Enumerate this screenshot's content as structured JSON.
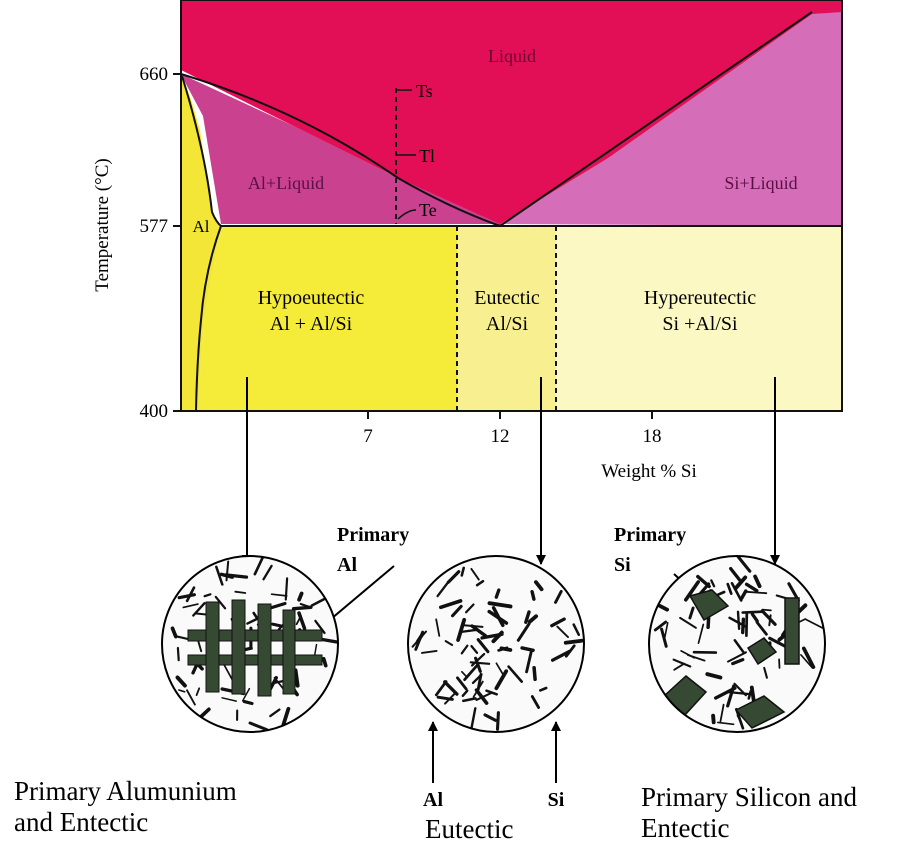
{
  "colors": {
    "liquid": "#e20f57",
    "two_phase": "#c9418f",
    "si_liquid": "#d66db8",
    "al_solid": "#f3e637",
    "hypo": "#f5ec3a",
    "eutectic_zone": "#f8f090",
    "hyper": "#fbf8c4",
    "eutectic_particles": "#111111",
    "primary_particles": "#364a33"
  },
  "axes": {
    "ylabel": "Temperature (°C)",
    "xlabel": "Weight % Si",
    "y_ticks": [
      "660",
      "577",
      "400"
    ],
    "x_ticks": [
      "7",
      "12",
      "18"
    ]
  },
  "phase_labels": {
    "liquid": "Liquid",
    "al_liquid": "Al+Liquid",
    "si_liquid": "Si+Liquid",
    "al": "Al"
  },
  "region_labels": {
    "hypo": [
      "Hypoeutectic",
      "Al + Al/Si"
    ],
    "eutectic": [
      "Eutectic",
      "Al/Si"
    ],
    "hyper": [
      "Hypereutectic",
      "Si +Al/Si"
    ]
  },
  "temperature_marks": {
    "ts": "Ts",
    "tl": "Tl",
    "te": "Te"
  },
  "micro_labels": {
    "primary_al": [
      "Primary",
      "Al"
    ],
    "primary_si": [
      "Primary",
      "Si"
    ],
    "al": "Al",
    "si": "Si"
  },
  "captions": {
    "left": [
      "Primary Alumunium",
      "and Entectic"
    ],
    "middle": [
      "Eutectic"
    ],
    "right": [
      "Primary Silicon and",
      "Entectic"
    ]
  }
}
